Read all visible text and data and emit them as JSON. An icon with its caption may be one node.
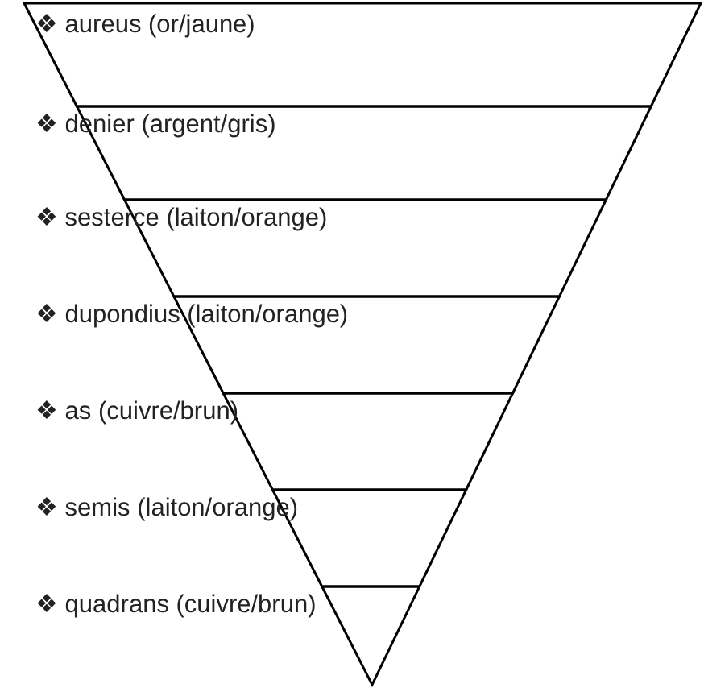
{
  "diagram": {
    "nodes": [
      {
        "text": [
          "❖ aureus (or/jaune)"
        ]
      },
      {
        "text": [
          "❖ denier (argent/gris)"
        ]
      },
      {
        "text": [
          "❖ sesterce (laiton/orange)"
        ]
      },
      {
        "text": [
          "❖ dupondius (laiton/orange)"
        ]
      },
      {
        "text": [
          "❖ as (cuivre/brun)"
        ]
      },
      {
        "text": [
          "❖ semis (laiton/orange)"
        ]
      },
      {
        "text": [
          "❖ quadrans (cuivre/brun)"
        ]
      }
    ]
  }
}
